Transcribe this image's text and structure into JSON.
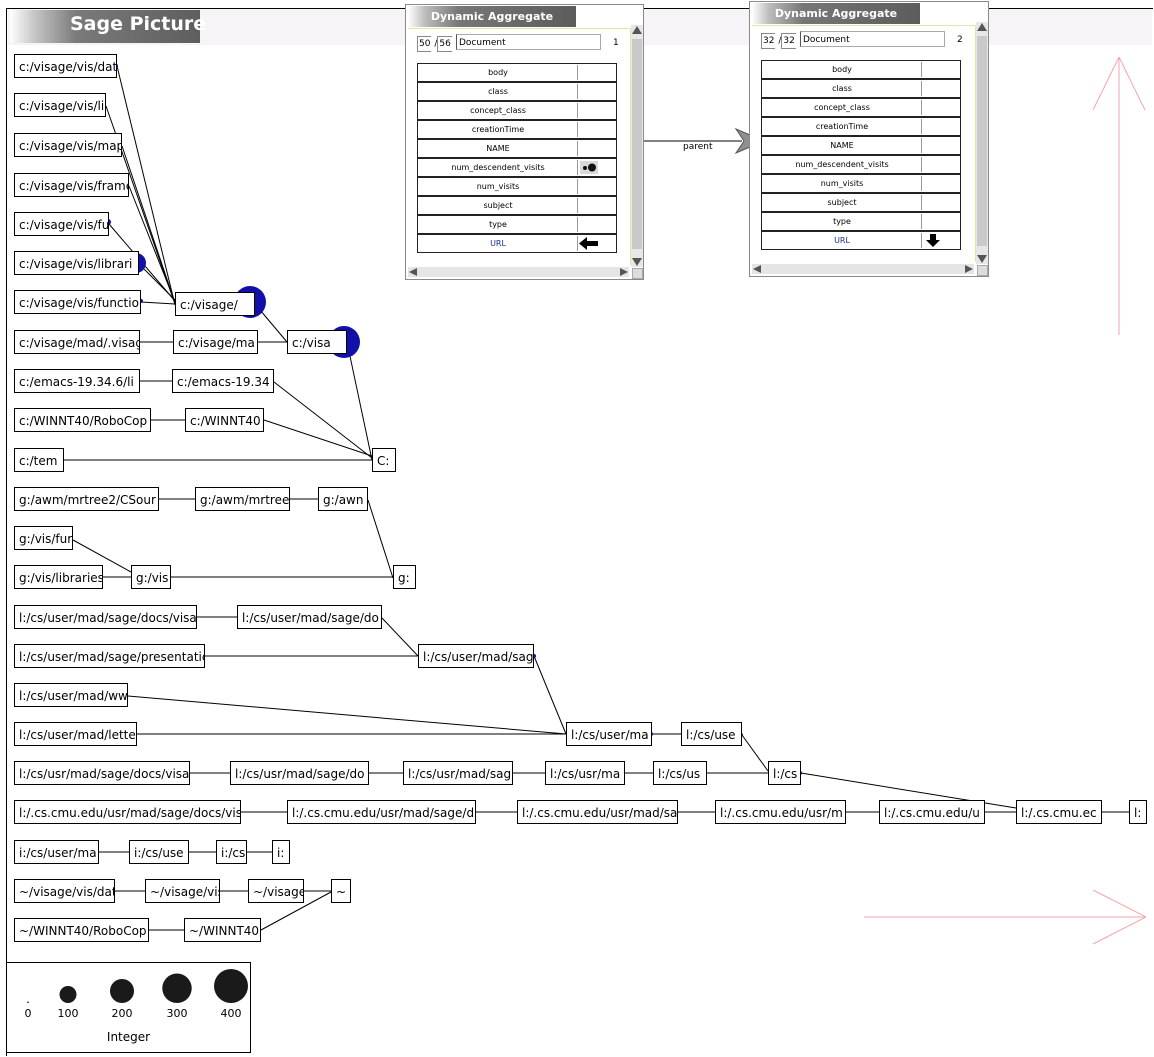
{
  "title": "Sage Picture",
  "colors": {
    "bubble": "#1111aa",
    "pink_arrow": "#f2a6ad",
    "legend_dot": "#1a1a1a"
  },
  "nodes": [
    "c:/visage/vis/dat",
    "c:/visage/vis/li",
    "c:/visage/vis/map",
    "c:/visage/vis/frame",
    "c:/visage/vis/fu",
    "c:/visage/vis/librari",
    "c:/visage/vis/function",
    "c:/visage/",
    "c:/visage/mad/.visag",
    "c:/visage/ma",
    "c:/visa",
    "c:/emacs-19.34.6/li",
    "c:/emacs-19.34",
    "c:/WINNT40/RoboCop",
    "c:/WINNT40",
    "c:/tem",
    "C:",
    "g:/awm/mrtree2/CSour",
    "g:/awm/mrtree",
    "g:/awn",
    "g:/vis/fur",
    "g:/vis/libraries",
    "g:/vis",
    "g:",
    "l:/cs/user/mad/sage/docs/visa",
    "l:/cs/user/mad/sage/do",
    "l:/cs/user/mad/sage/presentatic",
    "l:/cs/user/mad/sag",
    "l:/cs/user/mad/ww",
    "l:/cs/user/mad/lette",
    "l:/cs/user/ma",
    "l:/cs/use",
    "l:/cs/usr/mad/sage/docs/visa",
    "l:/cs/usr/mad/sage/do",
    "l:/cs/usr/mad/sag",
    "l:/cs/usr/ma",
    "l:/cs/us",
    "l:/cs",
    "l:/.cs.cmu.edu/usr/mad/sage/docs/vis",
    "l:/.cs.cmu.edu/usr/mad/sage/d",
    "l:/.cs.cmu.edu/usr/mad/sa",
    "l:/.cs.cmu.edu/usr/m",
    "l:/.cs.cmu.edu/u",
    "l:/.cs.cmu.ec",
    "l:",
    "i:/cs/user/ma",
    "i:/cs/use",
    "i:/cs",
    "i:",
    "~/visage/vis/dat",
    "~/visage/vis",
    "~/visage",
    "~",
    "~/WINNT40/RoboCop",
    "~/WINNT40"
  ],
  "aggregates": [
    {
      "title": "Dynamic Aggregate",
      "count_a": "50",
      "count_b": "56",
      "doc": "Document",
      "num": "1",
      "rows": [
        "body",
        "class",
        "concept_class",
        "creationTime",
        "NAME",
        "num_descendent_visits",
        "num_visits",
        "subject",
        "type",
        "URL"
      ]
    },
    {
      "title": "Dynamic Aggregate",
      "count_a": "32",
      "count_b": "32",
      "doc": "Document",
      "num": "2",
      "rows": [
        "body",
        "class",
        "concept_class",
        "creationTime",
        "NAME",
        "num_descendent_visits",
        "num_visits",
        "subject",
        "type",
        "URL"
      ]
    }
  ],
  "edge_label": "parent",
  "legend": {
    "title": "Integer",
    "values": [
      0,
      100,
      200,
      300,
      400
    ],
    "labels": [
      "0",
      "100",
      "200",
      "300",
      "400"
    ]
  }
}
